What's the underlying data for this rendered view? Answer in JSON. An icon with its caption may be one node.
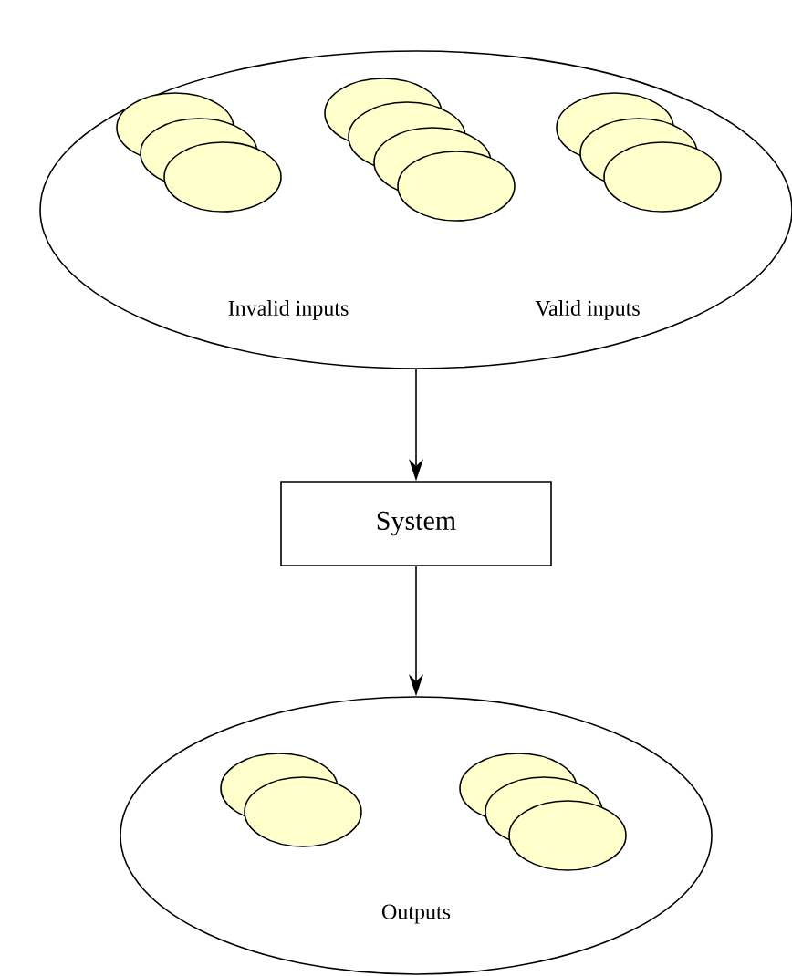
{
  "diagram": {
    "nodes": [
      {
        "text": [
          "Invalid inputs",
          "Valid inputs"
        ]
      },
      {
        "text": [],
        "shape": "ellipse",
        "in": 0
      },
      {
        "text": [],
        "shape": "ellipse",
        "in": 0
      },
      {
        "text": [],
        "shape": "ellipse",
        "in": 0
      },
      {
        "text": [],
        "shape": "ellipse",
        "in": 0
      },
      {
        "text": [],
        "shape": "ellipse",
        "in": 0
      },
      {
        "text": [],
        "shape": "ellipse",
        "in": 0
      },
      {
        "text": [],
        "shape": "ellipse",
        "in": 0
      },
      {
        "text": [],
        "shape": "ellipse",
        "in": 0
      },
      {
        "text": [],
        "shape": "ellipse",
        "in": 0
      },
      {
        "text": [],
        "shape": "ellipse",
        "in": 0
      },
      {
        "text": [
          "System"
        ]
      },
      {
        "text": [
          "Outputs"
        ]
      },
      {
        "text": [],
        "shape": "ellipse",
        "in": 12
      },
      {
        "text": [],
        "shape": "ellipse",
        "in": 12
      },
      {
        "text": [],
        "shape": "ellipse",
        "in": 12
      },
      {
        "text": [],
        "shape": "ellipse",
        "in": 12
      },
      {
        "text": [],
        "shape": "ellipse",
        "in": 12
      }
    ],
    "edges": [
      {
        "from": 0,
        "to": 11,
        "arrow": "to"
      },
      {
        "from": 11,
        "to": 12,
        "arrow": "to"
      }
    ]
  }
}
